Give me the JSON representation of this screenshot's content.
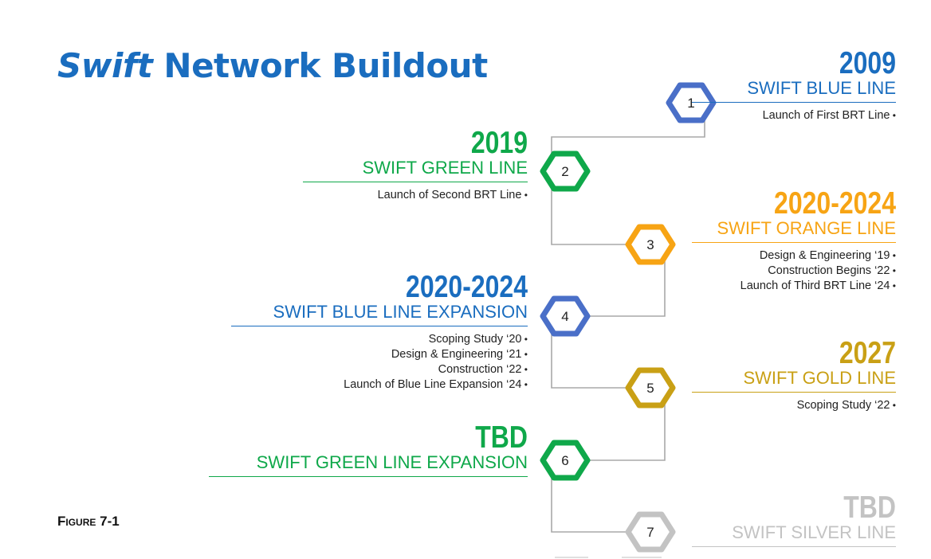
{
  "title": {
    "emph": "Swift",
    "rest": " Network Buildout"
  },
  "figure_label": "Figure 7-1",
  "colors": {
    "title": "#1a6dbf",
    "blue": "#1a6dbf",
    "hex_blue": "#4a6fc8",
    "green": "#0fa84a",
    "orange": "#f7a414",
    "gold": "#c9a015",
    "silver": "#c3c3c3",
    "connector": "#a8a8a8"
  },
  "milestones": [
    {
      "num": "1",
      "year": "2009",
      "line": "SWIFT BLUE LINE",
      "color": "blue",
      "hex_color": "hex_blue",
      "bullets": [
        "Launch of First BRT Line"
      ]
    },
    {
      "num": "2",
      "year": "2019",
      "line": "SWIFT GREEN LINE",
      "color": "green",
      "hex_color": "green",
      "bullets": [
        "Launch of Second BRT Line"
      ]
    },
    {
      "num": "3",
      "year": "2020-2024",
      "line": "SWIFT ORANGE LINE",
      "color": "orange",
      "hex_color": "orange",
      "bullets": [
        "Design & Engineering ‘19",
        "Construction Begins ‘22",
        "Launch of Third BRT Line ‘24"
      ]
    },
    {
      "num": "4",
      "year": "2020-2024",
      "line": "SWIFT BLUE LINE EXPANSION",
      "color": "blue",
      "hex_color": "hex_blue",
      "bullets": [
        "Scoping Study ‘20",
        "Design & Engineering ‘21",
        "Construction ‘22",
        "Launch of Blue Line Expansion ‘24"
      ]
    },
    {
      "num": "5",
      "year": "2027",
      "line": "SWIFT GOLD LINE",
      "color": "gold",
      "hex_color": "gold",
      "bullets": [
        "Scoping Study ‘22"
      ]
    },
    {
      "num": "6",
      "year": "TBD",
      "line": "SWIFT GREEN LINE EXPANSION",
      "color": "green",
      "hex_color": "green",
      "bullets": []
    },
    {
      "num": "7",
      "year": "TBD",
      "line": "SWIFT SILVER LINE",
      "color": "silver",
      "hex_color": "silver",
      "bullets": []
    }
  ]
}
